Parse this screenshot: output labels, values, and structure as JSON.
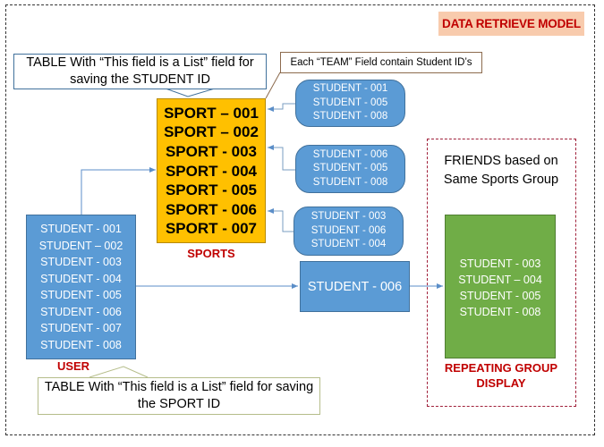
{
  "title": "DATA RETRIEVE MODEL",
  "callouts": {
    "sports_table_note": "TABLE With “This field is a List” field for saving the STUDENT ID",
    "team_field_note": "Each “TEAM” Field contain Student ID’s",
    "user_table_note": "TABLE With “This field is a List” field for saving the SPORT ID"
  },
  "sports": {
    "label": "SPORTS",
    "items": [
      "SPORT – 001",
      "SPORT – 002",
      "SPORT - 003",
      "SPORT - 004",
      "SPORT - 005",
      "SPORT - 006",
      "SPORT - 007"
    ]
  },
  "teams": [
    {
      "sport": "SPORT – 001",
      "students": [
        "STUDENT -  001",
        "STUDENT -  005",
        "STUDENT -  008"
      ]
    },
    {
      "sport": "SPORT - 003",
      "students": [
        "STUDENT -  006",
        "STUDENT -  005",
        "STUDENT -  008"
      ]
    },
    {
      "sport": "SPORT - 006",
      "students": [
        "STUDENT -  003",
        "STUDENT -  006",
        "STUDENT -  004"
      ]
    }
  ],
  "users": {
    "label": "USER",
    "items": [
      "STUDENT - 001",
      "STUDENT – 002",
      "STUDENT - 003",
      "STUDENT - 004",
      "STUDENT - 005",
      "STUDENT - 006",
      "STUDENT - 007",
      "STUDENT - 008"
    ]
  },
  "current_user": "STUDENT - 006",
  "repeating_group": {
    "heading": "FRIENDS based on Same Sports Group",
    "label": "REPEATING GROUP DISPLAY",
    "items": [
      "STUDENT - 003",
      "STUDENT – 004",
      "STUDENT - 005",
      "STUDENT - 008"
    ]
  },
  "colors": {
    "sports_fill": "#ffc000",
    "student_fill": "#5b9bd5",
    "friends_fill": "#70ad47",
    "label_red": "#c00000",
    "title_fill": "#f8cbad"
  }
}
